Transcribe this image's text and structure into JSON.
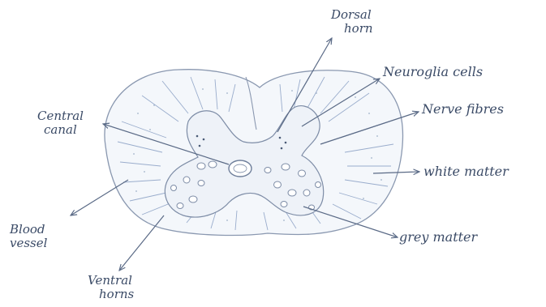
{
  "title": "",
  "colors": {
    "ink": "#3a4a66",
    "pencil": "#8a98b0",
    "shade": "#b7c6dd",
    "hatch": "#8aa0c4"
  },
  "labels": {
    "dorsal_horn": [
      "Dorsal",
      "horn"
    ],
    "neuroglia_cells": "Neuroglia cells",
    "nerve_fibres": "Nerve fibres",
    "white_matter": "white matter",
    "grey_matter": "grey matter",
    "central_canal": [
      "Central",
      "canal"
    ],
    "blood_vessel": [
      "Blood",
      "vessel"
    ],
    "ventral_horns": [
      "Ventral",
      "horns"
    ]
  }
}
